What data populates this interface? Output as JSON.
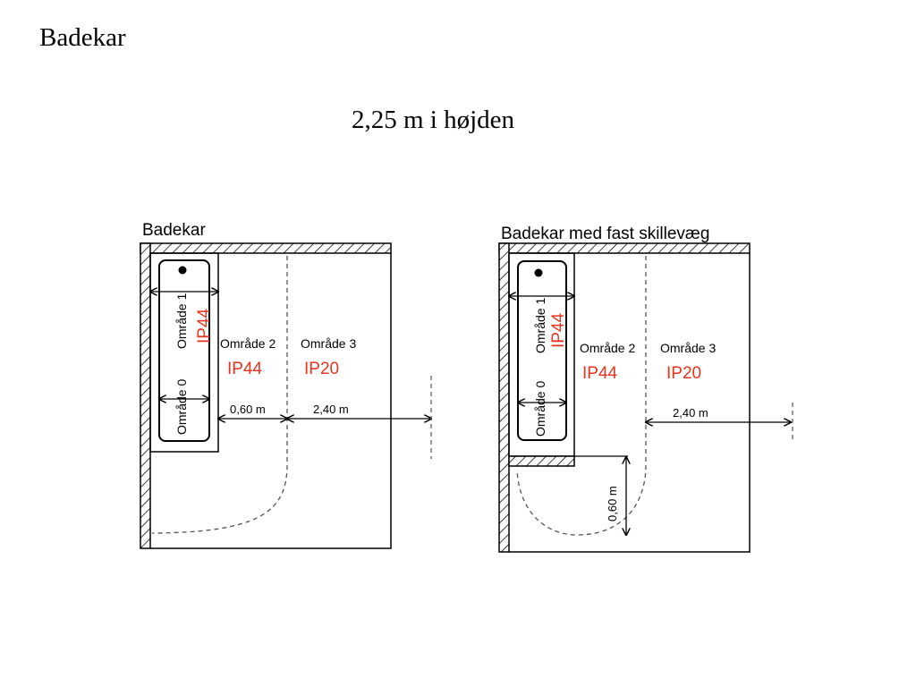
{
  "slide": {
    "title": "Badekar",
    "subtitle": "2,25 m i højden"
  },
  "colors": {
    "ip_label": "#e8321e",
    "line": "#000000",
    "dashed": "#555555"
  },
  "left_panel": {
    "title": "Badekar",
    "zone1": "Område 1",
    "zone1_ip": "IP44",
    "zone0": "Område 0",
    "zone2": "Område 2",
    "zone2_ip": "IP44",
    "zone3": "Område 3",
    "zone3_ip": "IP20",
    "dim_a": "0,60 m",
    "dim_b": "2,40 m"
  },
  "right_panel": {
    "title": "Badekar med fast skillevæg",
    "zone1": "Område 1",
    "zone1_ip": "IP44",
    "zone0": "Område 0",
    "zone2": "Område 2",
    "zone2_ip": "IP44",
    "zone3": "Område 3",
    "zone3_ip": "IP20",
    "dim_a": "0,60 m",
    "dim_b": "2,40 m"
  }
}
